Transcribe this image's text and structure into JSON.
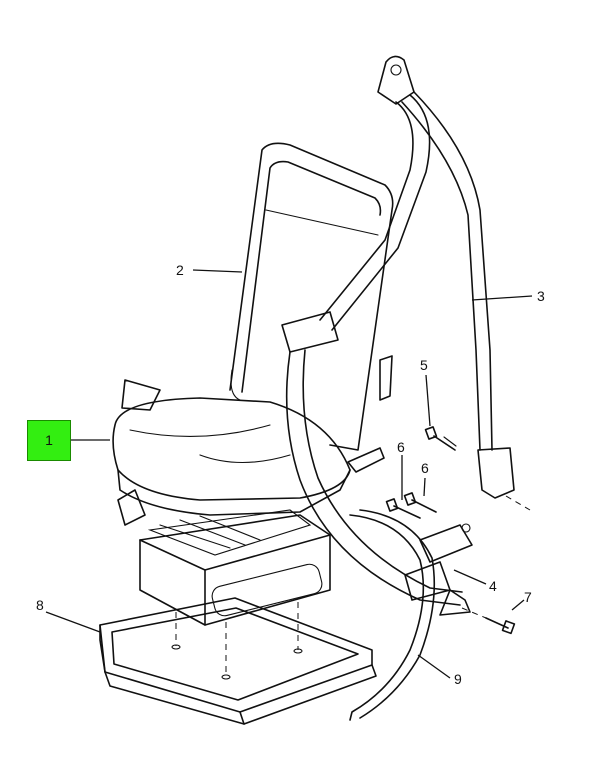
{
  "highlight": {
    "color": "#33ee11",
    "label": "1"
  },
  "callouts": [
    "2",
    "3",
    "4",
    "5",
    "6",
    "6",
    "7",
    "8",
    "9"
  ]
}
